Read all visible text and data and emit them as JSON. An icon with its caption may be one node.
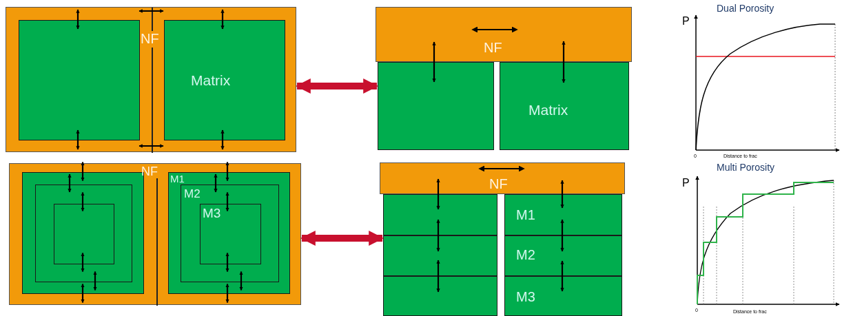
{
  "diagram": {
    "nodes": [
      {
        "text": [
          "NF"
        ]
      },
      {
        "text": [],
        "shape": "box",
        "in": 0
      },
      {
        "text": [
          "Matrix"
        ],
        "in": 0
      },
      {
        "text": [
          "NF"
        ]
      },
      {
        "text": [],
        "shape": "box"
      },
      {
        "text": [
          "Matrix"
        ]
      },
      {
        "text": [
          "NF"
        ]
      },
      {
        "text": [],
        "shape": "box",
        "in": 6
      },
      {
        "text": [],
        "shape": "box",
        "in": 7
      },
      {
        "text": [],
        "shape": "box",
        "in": 8
      },
      {
        "text": [
          "M1"
        ],
        "in": 6
      },
      {
        "text": [
          "M2"
        ],
        "in": 10
      },
      {
        "text": [
          "M3"
        ],
        "in": 11
      },
      {
        "text": [
          "NF"
        ]
      },
      {
        "text": [],
        "shape": "box"
      },
      {
        "text": [],
        "shape": "box"
      },
      {
        "text": [],
        "shape": "box"
      },
      {
        "text": [
          "M1"
        ]
      },
      {
        "text": [
          "M2"
        ]
      },
      {
        "text": [
          "M3"
        ]
      }
    ],
    "edges": [
      {
        "from": 0,
        "to": 4,
        "arrow": "both",
        "style": "thick",
        "color": "#c8102e"
      },
      {
        "from": 6,
        "to": 15,
        "arrow": "both",
        "style": "thick",
        "color": "#c8102e"
      },
      {
        "from": 0,
        "to": 1,
        "arrow": "both"
      },
      {
        "from": 1,
        "to": 0,
        "arrow": "both"
      },
      {
        "from": 0,
        "to": 2,
        "arrow": "both"
      },
      {
        "from": 2,
        "to": 0,
        "arrow": "both"
      },
      {
        "from": 1,
        "to": 2,
        "arrow": "both"
      },
      {
        "from": 1,
        "to": 2,
        "arrow": "both"
      },
      {
        "from": 3,
        "to": 4,
        "arrow": "both"
      },
      {
        "from": 3,
        "to": 5,
        "arrow": "both"
      },
      {
        "from": 6,
        "to": 7,
        "arrow": "both"
      },
      {
        "from": 7,
        "to": 8,
        "arrow": "both"
      },
      {
        "from": 8,
        "to": 9,
        "arrow": "both"
      },
      {
        "from": 9,
        "to": 8,
        "arrow": "both"
      },
      {
        "from": 8,
        "to": 7,
        "arrow": "both"
      },
      {
        "from": 7,
        "to": 6,
        "arrow": "both"
      },
      {
        "from": 6,
        "to": 10,
        "arrow": "both"
      },
      {
        "from": 10,
        "to": 11,
        "arrow": "both"
      },
      {
        "from": 11,
        "to": 12,
        "arrow": "both"
      },
      {
        "from": 12,
        "to": 11,
        "arrow": "both"
      },
      {
        "from": 11,
        "to": 10,
        "arrow": "both"
      },
      {
        "from": 10,
        "to": 6,
        "arrow": "both"
      },
      {
        "from": 13,
        "to": 14,
        "arrow": "both"
      },
      {
        "from": 14,
        "to": 15,
        "arrow": "both"
      },
      {
        "from": 15,
        "to": 16,
        "arrow": "both"
      },
      {
        "from": 13,
        "to": 17,
        "arrow": "both"
      },
      {
        "from": 17,
        "to": 18,
        "arrow": "both"
      },
      {
        "from": 18,
        "to": 19,
        "arrow": "both"
      }
    ],
    "labels": [
      "Dual Porosity",
      "P",
      "0",
      "Distance to frac",
      "Multi Porosity",
      "P",
      "0",
      "Distance to frac"
    ]
  }
}
